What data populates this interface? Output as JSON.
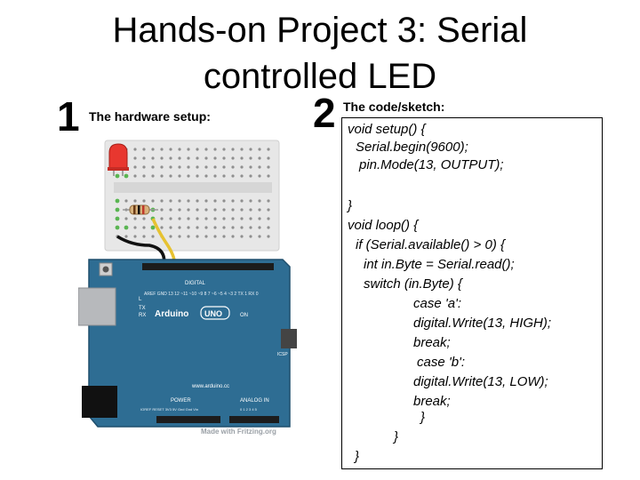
{
  "slide": {
    "title_line1": "Hands-on Project 3: Serial",
    "title_line2": "controlled LED",
    "section1": {
      "number": "1",
      "label": "The hardware setup:"
    },
    "section2": {
      "number": "2",
      "label": "The code/sketch:"
    }
  },
  "code": {
    "lines": [
      "void setup() {",
      "Serial.begin(9600);",
      "pin.Mode(13, OUTPUT);",
      "}",
      "void loop() {",
      "if (Serial.available() > 0) {",
      "int in.Byte = Serial.read();",
      "switch (in.Byte) {",
      "case 'a':",
      "digital.Write(13, HIGH);",
      "break;",
      "case 'b':",
      "digital.Write(13, LOW);",
      "break;",
      "}",
      "}",
      "}"
    ]
  },
  "board": {
    "brand": "Arduino",
    "model": "UNO",
    "website": "www.arduino.cc",
    "on_label": "ON",
    "icsp_label": "ICSP",
    "l_label": "L",
    "tx_label": "TX",
    "rx_label": "RX",
    "digital_label": "DIGITAL",
    "power_label": "POWER",
    "analog_label": "ANALOG IN",
    "top_pin_labels": "AREF GND 13 12 ~11 ~10 ~9 8 7 ~6 ~5 4 ~3 2 TX 1 RX 0",
    "power_pins": "IOREF RESET 3V3 5V Gnd Gnd Vin",
    "analog_pins": "0 1 2 3 4 5",
    "credit": "Made with Fritzing.org"
  },
  "colors": {
    "led": "#e8372f",
    "board": "#2e6d93",
    "wire_yellow": "#e6c232",
    "wire_black": "#111111",
    "breadboard": "#e7e7e7"
  }
}
